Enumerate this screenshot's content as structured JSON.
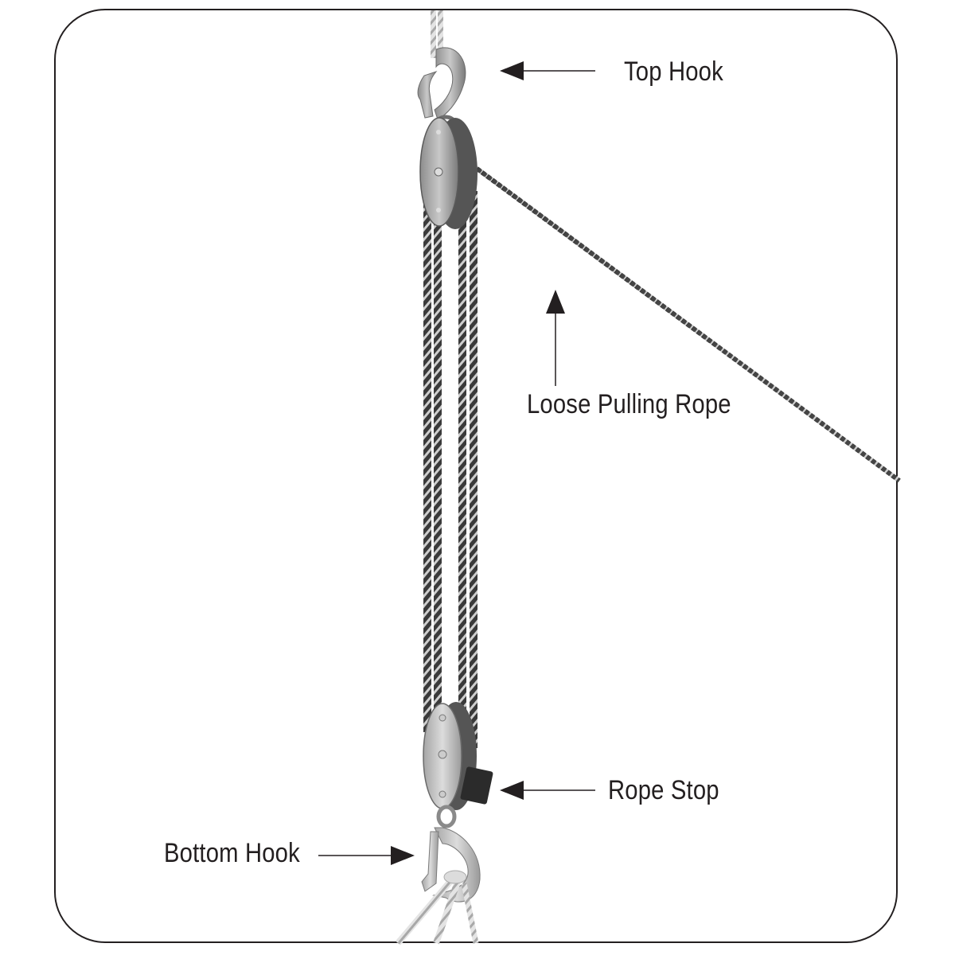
{
  "diagram": {
    "subject": "pulley-hoist",
    "colors": {
      "frame": "#231f20",
      "text": "#231f20",
      "metal": "#b9b9b9",
      "rope_dark": "#3a3a3a",
      "rope_light": "#d8d8d8"
    },
    "labels": [
      {
        "id": "top-hook",
        "text": "Top Hook"
      },
      {
        "id": "loose-pulling-rope",
        "text": "Loose Pulling Rope"
      },
      {
        "id": "rope-stop",
        "text": "Rope Stop"
      },
      {
        "id": "bottom-hook",
        "text": "Bottom Hook"
      }
    ]
  }
}
